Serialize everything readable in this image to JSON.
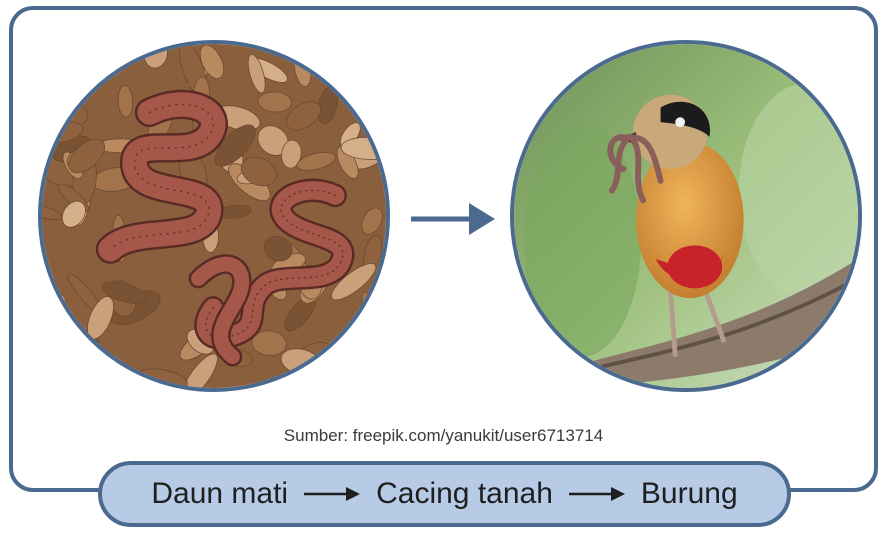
{
  "source_text": "Sumber: freepik.com/yanukit/user6713714",
  "food_chain": [
    "Daun mati",
    "Cacing tanah",
    "Burung"
  ],
  "colors": {
    "frame": "#4b6a8f",
    "chain_fill": "#b7cbe6",
    "worm": "#a5574a",
    "leaf": "#b98a5f",
    "bird_body": "#e0a04a",
    "bird_belly_red": "#c8222a"
  },
  "images": {
    "left": "dead-leaves-with-worms",
    "right": "bird-holding-worms"
  }
}
